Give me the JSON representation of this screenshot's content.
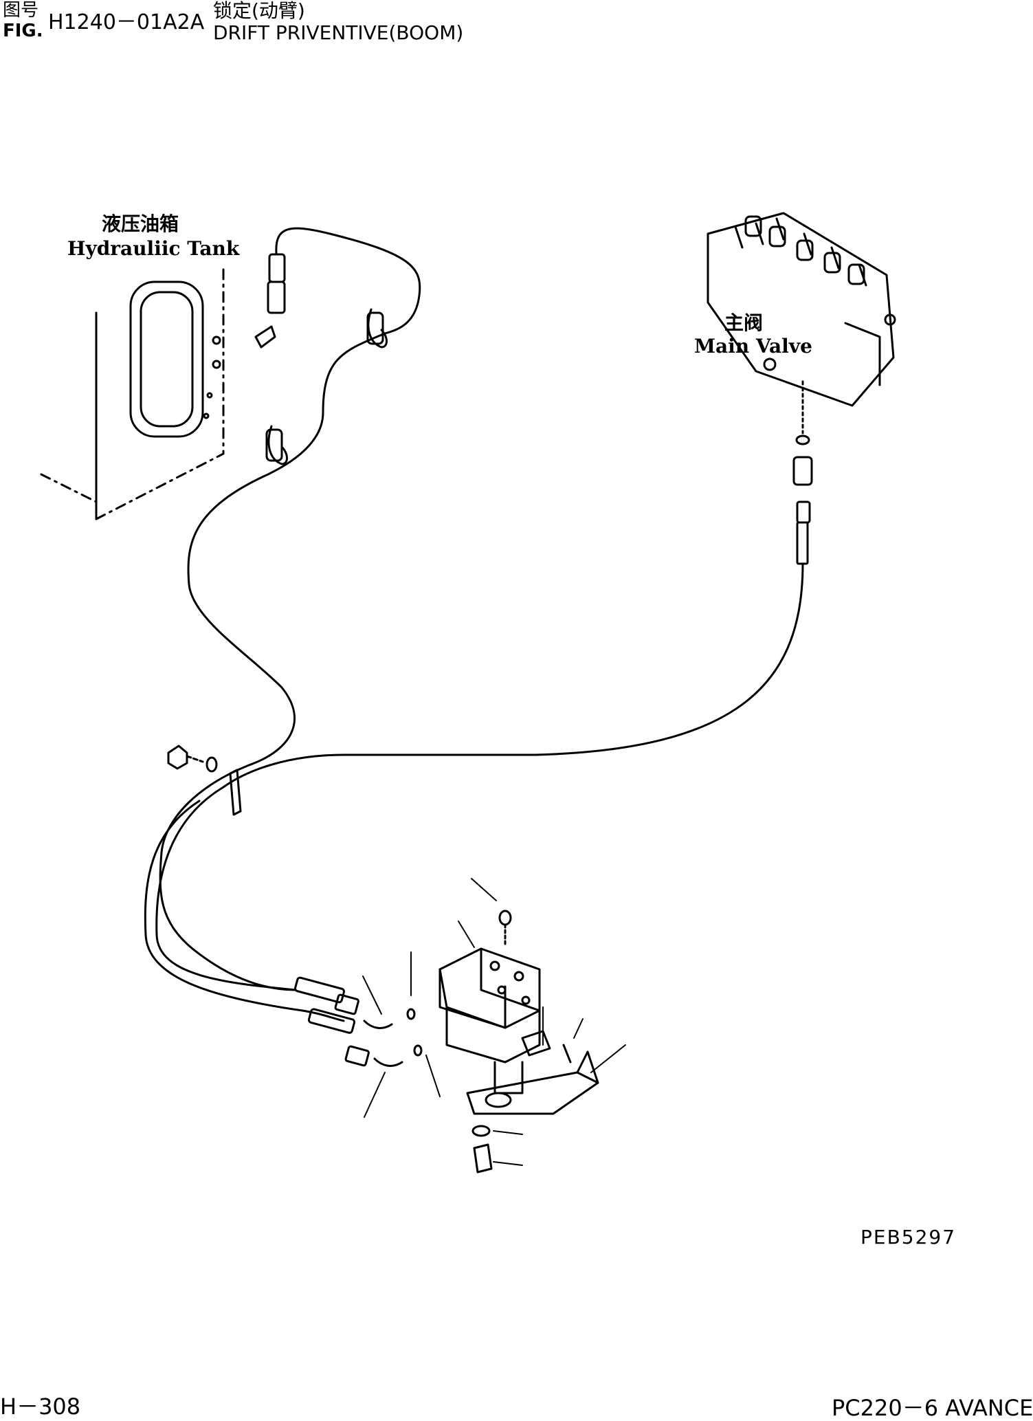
{
  "header": {
    "fig_label_cn": "图号",
    "fig_label_en": "FIG.",
    "fig_number": "H1240－01A2A",
    "title_cn": "锁定(动臂)",
    "title_en": "DRIFT PRIVENTIVE(BOOM)"
  },
  "labels": {
    "tank_cn": "液压油箱",
    "tank_en": "Hydrauliic Tank",
    "valve_cn": "主阀",
    "valve_en": "Main Valve"
  },
  "footer": {
    "ref_code": "PEB5297",
    "page_number": "H－308",
    "model": "PC220－6 AVANCE"
  }
}
